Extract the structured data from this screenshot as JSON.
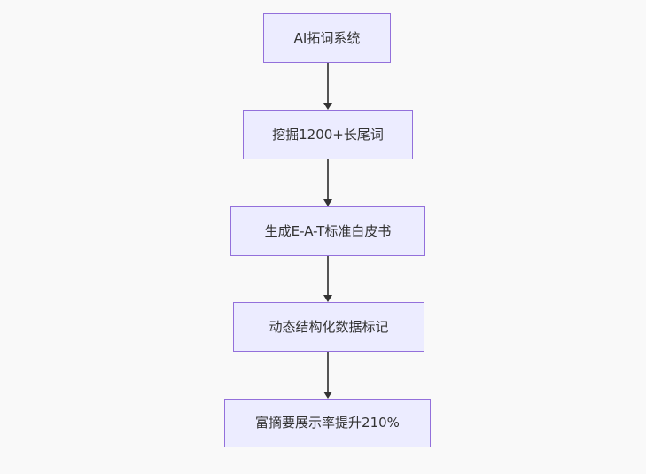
{
  "diagram": {
    "type": "flowchart",
    "direction": "top-down",
    "nodes": [
      {
        "id": "A",
        "label": "AI拓词系统"
      },
      {
        "id": "B",
        "label": "挖掘1200+长尾词"
      },
      {
        "id": "C",
        "label": "生成E-A-T标准白皮书"
      },
      {
        "id": "D",
        "label": "动态结构化数据标记"
      },
      {
        "id": "E",
        "label": "富摘要展示率提升210%"
      }
    ],
    "edges": [
      {
        "from": "A",
        "to": "B"
      },
      {
        "from": "B",
        "to": "C"
      },
      {
        "from": "C",
        "to": "D"
      },
      {
        "from": "D",
        "to": "E"
      }
    ]
  },
  "colors": {
    "background": "#f9f9f9",
    "node_fill": "#ECECFF",
    "node_border": "#9370DB",
    "edge_line": "#555555",
    "arrow_head": "#333333",
    "text": "#333333"
  }
}
